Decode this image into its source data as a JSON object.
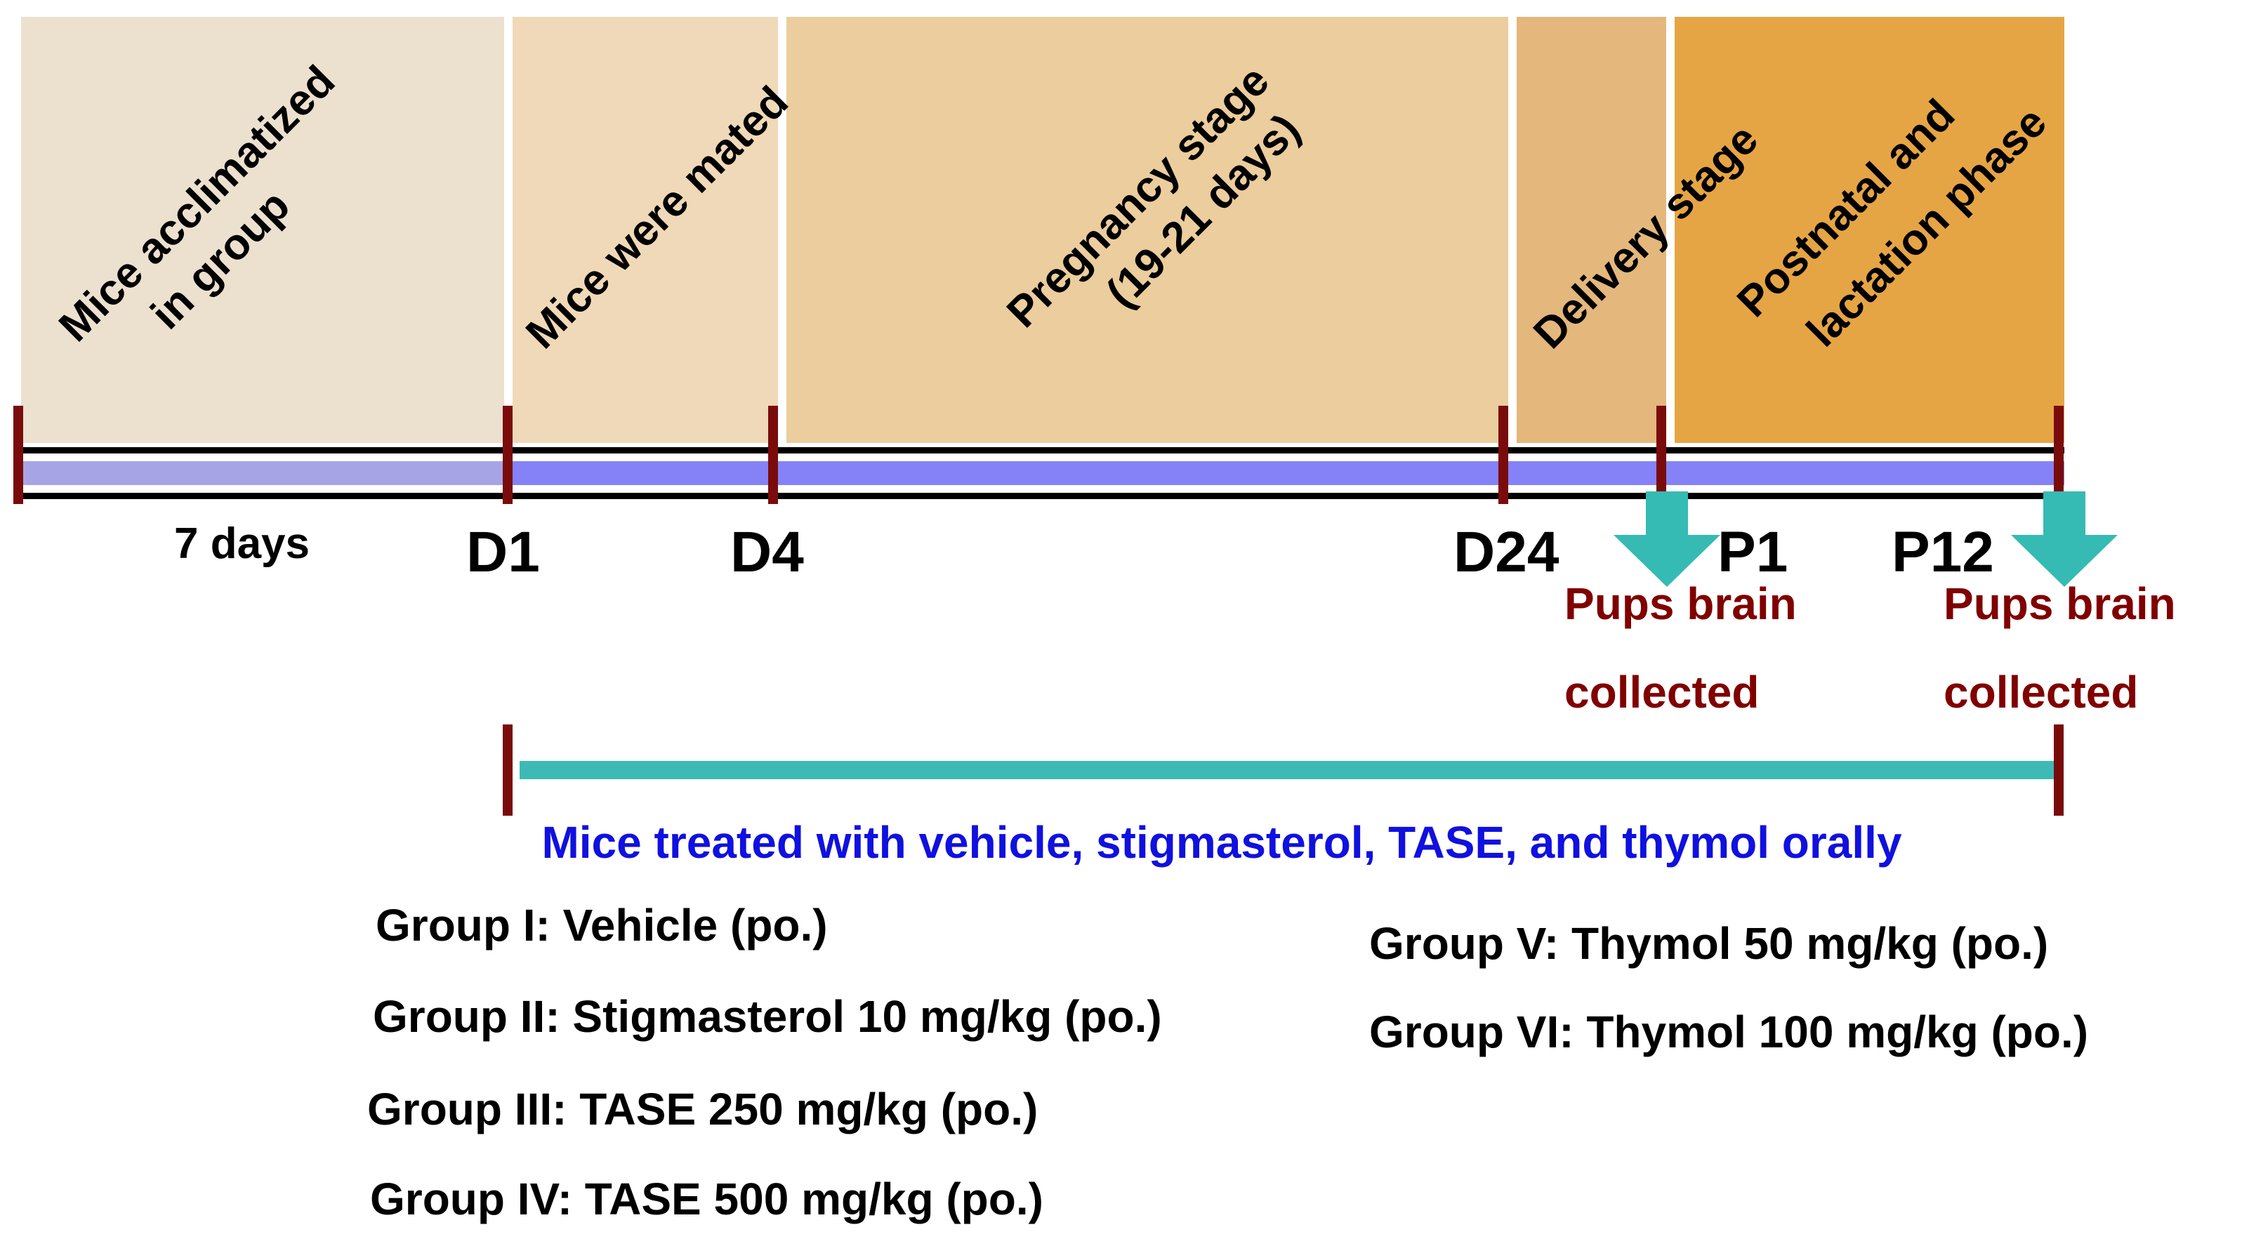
{
  "stages": [
    {
      "lines": [
        "Mice acclimatized",
        "in group"
      ],
      "color": "#ece0cf"
    },
    {
      "lines": [
        "Mice were mated"
      ],
      "color": "#f0d9b8"
    },
    {
      "lines": [
        "Pregnancy stage",
        "(19-21 days)"
      ],
      "color": "#ebcd9e"
    },
    {
      "lines": [
        "Delivery stage"
      ],
      "color": "#e4b77c"
    },
    {
      "lines": [
        "Postnatal and",
        "lactation phase"
      ],
      "color": "#e6a544"
    }
  ],
  "timeline": {
    "duration_label": "7 days",
    "day_labels": [
      "D1",
      "D4",
      "D24",
      "P1",
      "P12"
    ],
    "track_color_first": "#a7a4e6",
    "track_color": "#8581f7",
    "tick_color": "#7a0b0b"
  },
  "collection": {
    "label_line1": "Pups brain",
    "label_line2": "collected",
    "arrow_color": "#36bab4",
    "text_color": "#800000"
  },
  "treatment": {
    "label": "Mice treated with vehicle, stigmasterol, TASE, and thymol orally",
    "bar_color": "#3dbab5",
    "label_color": "#1010e0"
  },
  "groups_left": [
    "Group I: Vehicle (po.)",
    "Group II: Stigmasterol 10 mg/kg (po.)",
    "Group III: TASE 250 mg/kg (po.)",
    "Group IV: TASE 500 mg/kg (po.)"
  ],
  "groups_right": [
    "Group V: Thymol 50 mg/kg (po.)",
    "Group VI: Thymol 100 mg/kg (po.)"
  ]
}
